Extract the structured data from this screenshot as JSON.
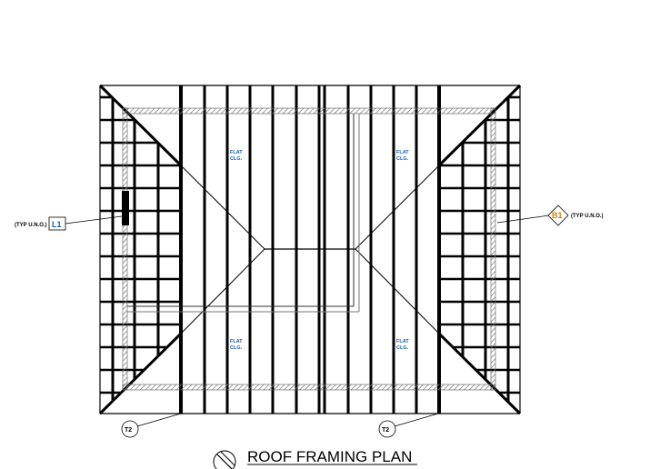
{
  "drawing": {
    "title": "ROOF FRAMING PLAN",
    "ceiling_labels": [
      {
        "line1": "FLAT",
        "line2": "CLG."
      },
      {
        "line1": "FLAT",
        "line2": "CLG."
      },
      {
        "line1": "FLAT",
        "line2": "CLG."
      },
      {
        "line1": "FLAT",
        "line2": "CLG."
      }
    ],
    "tags": {
      "lintel": {
        "label": "L1",
        "note": "(TYP U.N.O.)"
      },
      "beam": {
        "label": "B1",
        "note": "(TYP U.N.O.)"
      },
      "truss_left": {
        "label": "T2"
      },
      "truss_right": {
        "label": "T2"
      }
    },
    "colors": {
      "line": "#000000",
      "flat_text": "#1a5fb4",
      "tag_text": "#1a5fb4",
      "beam_tag_text": "#e07b00"
    }
  }
}
